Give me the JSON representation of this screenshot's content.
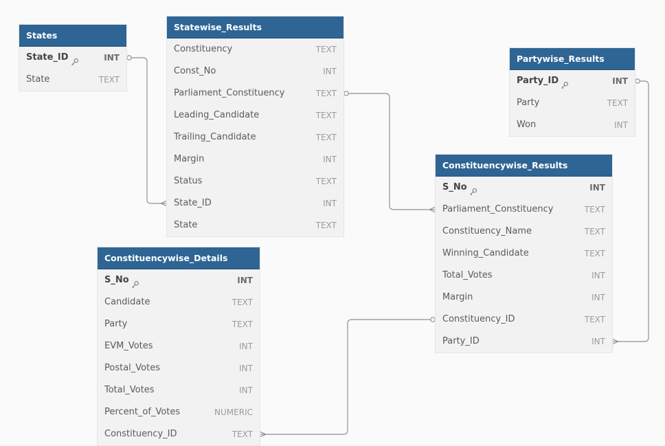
{
  "tables": {
    "states": {
      "title": "States",
      "columns": [
        {
          "name": "State_ID",
          "type": "INT",
          "pk": true
        },
        {
          "name": "State",
          "type": "TEXT",
          "pk": false
        }
      ]
    },
    "statewise_results": {
      "title": "Statewise_Results",
      "columns": [
        {
          "name": "Constituency",
          "type": "TEXT",
          "pk": false
        },
        {
          "name": "Const_No",
          "type": "INT",
          "pk": false
        },
        {
          "name": "Parliament_Constituency",
          "type": "TEXT",
          "pk": false
        },
        {
          "name": "Leading_Candidate",
          "type": "TEXT",
          "pk": false
        },
        {
          "name": "Trailing_Candidate",
          "type": "TEXT",
          "pk": false
        },
        {
          "name": "Margin",
          "type": "INT",
          "pk": false
        },
        {
          "name": "Status",
          "type": "TEXT",
          "pk": false
        },
        {
          "name": "State_ID",
          "type": "INT",
          "pk": false
        },
        {
          "name": "State",
          "type": "TEXT",
          "pk": false
        }
      ]
    },
    "partywise_results": {
      "title": "Partywise_Results",
      "columns": [
        {
          "name": "Party_ID",
          "type": "INT",
          "pk": true
        },
        {
          "name": "Party",
          "type": "TEXT",
          "pk": false
        },
        {
          "name": "Won",
          "type": "INT",
          "pk": false
        }
      ]
    },
    "constituencywise_results": {
      "title": "Constituencywise_Results",
      "columns": [
        {
          "name": "S_No",
          "type": "INT",
          "pk": true
        },
        {
          "name": "Parliament_Constituency",
          "type": "TEXT",
          "pk": false
        },
        {
          "name": "Constituency_Name",
          "type": "TEXT",
          "pk": false
        },
        {
          "name": "Winning_Candidate",
          "type": "TEXT",
          "pk": false
        },
        {
          "name": "Total_Votes",
          "type": "INT",
          "pk": false
        },
        {
          "name": "Margin",
          "type": "INT",
          "pk": false
        },
        {
          "name": "Constituency_ID",
          "type": "TEXT",
          "pk": false
        },
        {
          "name": "Party_ID",
          "type": "INT",
          "pk": false
        }
      ]
    },
    "constituencywise_details": {
      "title": "Constituencywise_Details",
      "columns": [
        {
          "name": "S_No",
          "type": "INT",
          "pk": true
        },
        {
          "name": "Candidate",
          "type": "TEXT",
          "pk": false
        },
        {
          "name": "Party",
          "type": "TEXT",
          "pk": false
        },
        {
          "name": "EVM_Votes",
          "type": "INT",
          "pk": false
        },
        {
          "name": "Postal_Votes",
          "type": "INT",
          "pk": false
        },
        {
          "name": "Total_Votes",
          "type": "INT",
          "pk": false
        },
        {
          "name": "Percent_of_Votes",
          "type": "NUMERIC",
          "pk": false
        },
        {
          "name": "Constituency_ID",
          "type": "TEXT",
          "pk": false
        }
      ]
    }
  },
  "relationships": [
    {
      "from_table": "states",
      "from_column": "State_ID",
      "to_table": "statewise_results",
      "to_column": "State_ID",
      "cardinality": "one-to-many"
    },
    {
      "from_table": "statewise_results",
      "from_column": "Parliament_Constituency",
      "to_table": "constituencywise_results",
      "to_column": "Parliament_Constituency",
      "cardinality": "one-to-many"
    },
    {
      "from_table": "partywise_results",
      "from_column": "Party_ID",
      "to_table": "constituencywise_results",
      "to_column": "Party_ID",
      "cardinality": "one-to-many"
    },
    {
      "from_table": "constituencywise_results",
      "from_column": "Constituency_ID",
      "to_table": "constituencywise_details",
      "to_column": "Constituency_ID",
      "cardinality": "one-to-many"
    }
  ],
  "colors": {
    "header_bg": "#2e6594",
    "header_text": "#ffffff",
    "body_bg": "#f2f2f2",
    "connector": "#8f8f8f",
    "canvas_bg": "#fafafa"
  }
}
